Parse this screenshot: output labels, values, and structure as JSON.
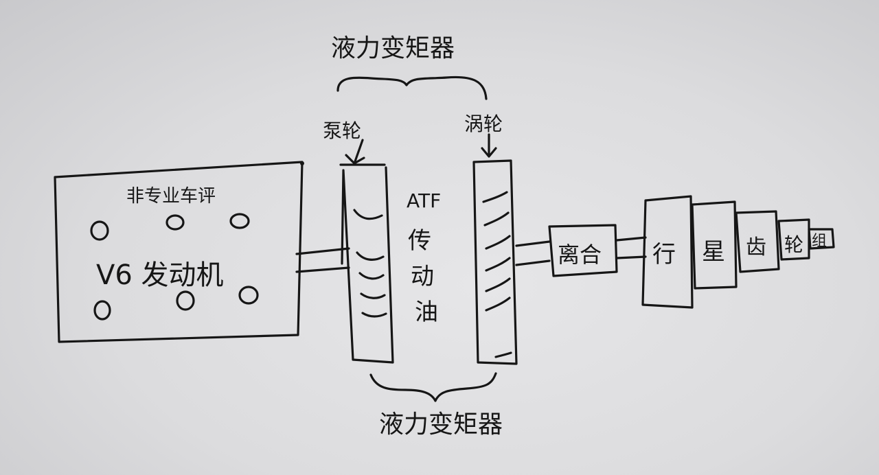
{
  "labels": {
    "torque_converter_top": "液力变矩器",
    "torque_converter_bottom": "液力变矩器",
    "pump_wheel": "泵轮",
    "turbine_wheel": "涡轮",
    "car_model": "非专业车评",
    "engine": "V6 发动机",
    "atf": "ATF",
    "fluid_chars": [
      "传",
      "动",
      "油"
    ],
    "clutch": "离合",
    "planetary_gear_set": [
      "行",
      "星",
      "齿",
      "轮",
      "组"
    ]
  },
  "colors": {
    "ink": "#161616",
    "paper": "#e2e2e4"
  }
}
